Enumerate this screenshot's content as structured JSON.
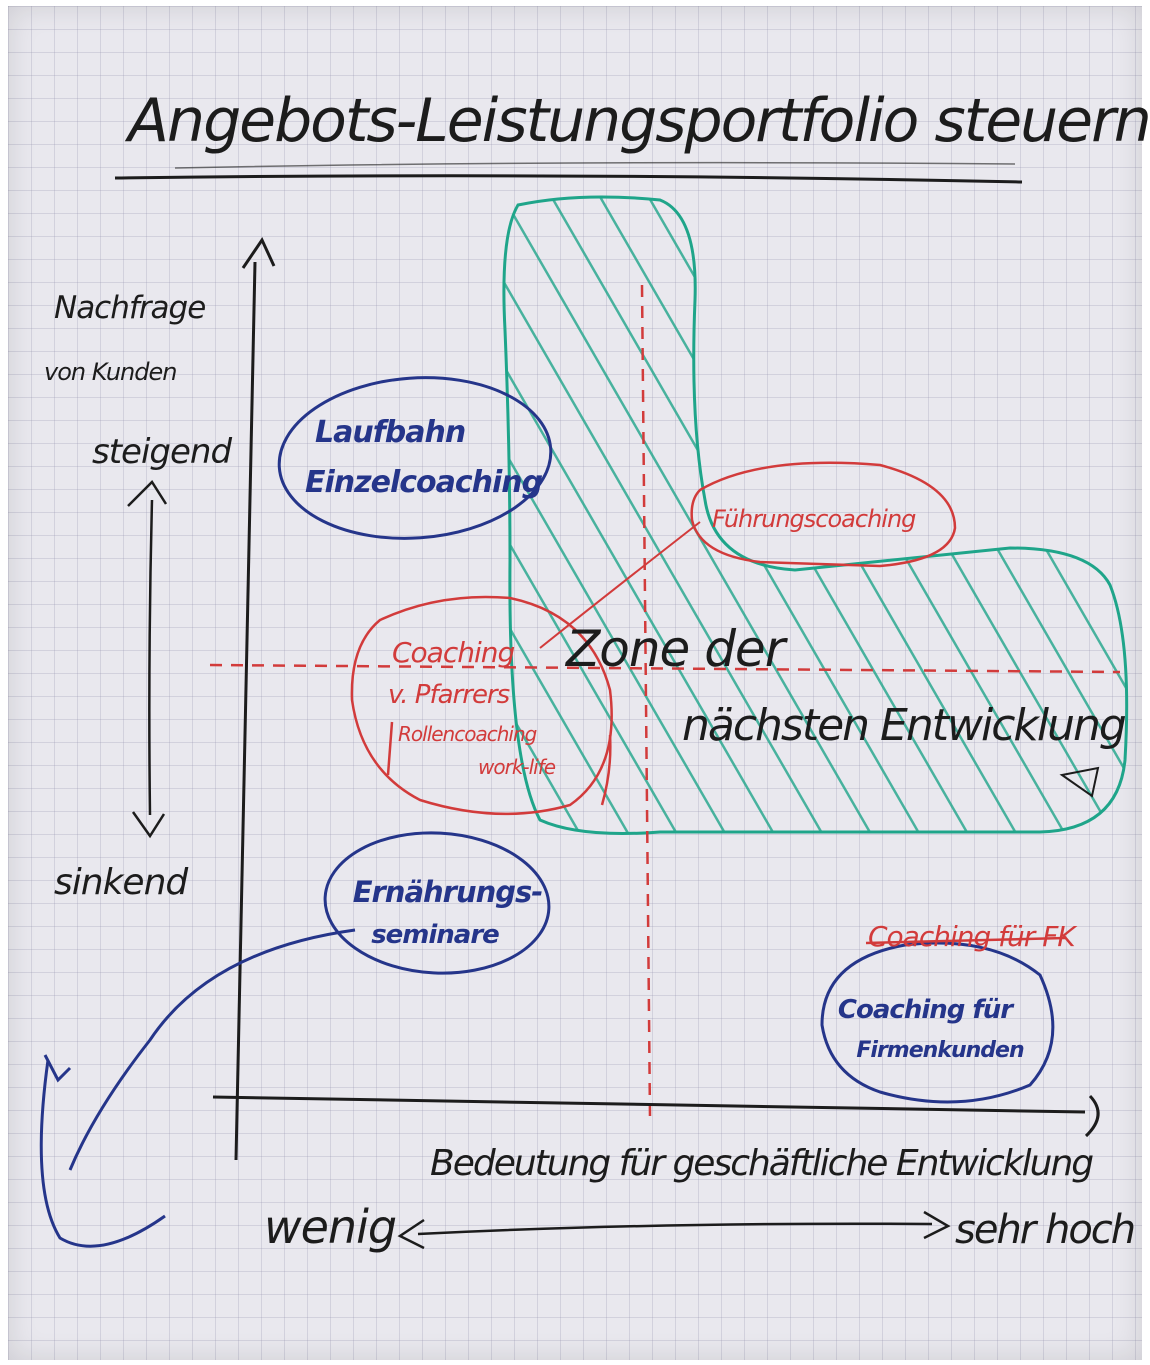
{
  "title": "Angebots-Leistungsportfolio steuern",
  "y_axis": {
    "label_line1": "Nachfrage",
    "label_line2": "von Kunden",
    "high": "steigend",
    "low": "sinkend"
  },
  "x_axis": {
    "label": "Bedeutung für geschäftliche Entwicklung",
    "low": "wenig",
    "high": "sehr hoch"
  },
  "zone": {
    "line1": "Zone der",
    "line2": "nächsten Entwicklung"
  },
  "items": {
    "laufbahn": {
      "line1": "Laufbahn",
      "line2": "Einzelcoaching"
    },
    "fuehrung": {
      "line1": "Führungscoaching"
    },
    "pfarrer": {
      "line1": "Coaching",
      "line2": "v. Pfarrers",
      "line3": "Rollencoaching",
      "line4": "work-life"
    },
    "ernaehrung": {
      "line1": "Ernährungs-",
      "line2": "seminare"
    },
    "firmenkunden": {
      "crossed": "Coaching für FK",
      "line1": "Coaching für",
      "line2": "Firmenkunden"
    }
  },
  "colors": {
    "ink": "#1c1c1c",
    "blue": "#25358a",
    "red": "#d23b3b",
    "green": "#1fa58a",
    "paper": "#e9e8ee"
  }
}
